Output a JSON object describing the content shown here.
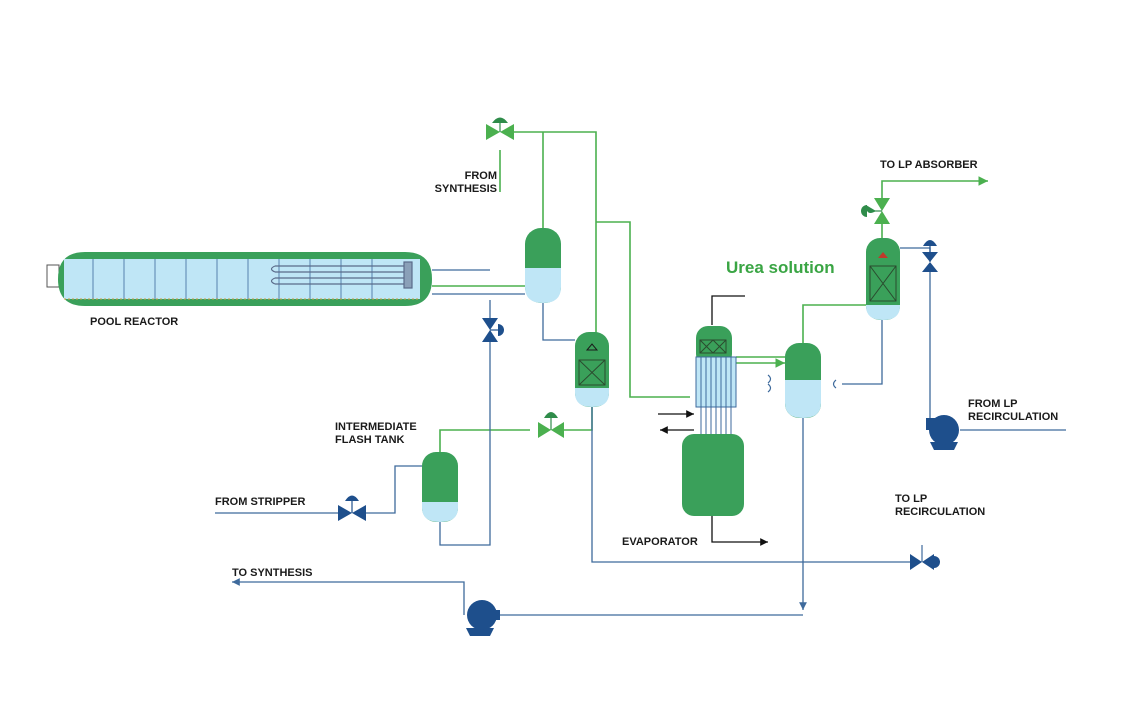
{
  "diagram": {
    "title_label": "Urea solution",
    "labels": {
      "pool_reactor": "POOL REACTOR",
      "from_synthesis": [
        "FROM",
        "SYNTHESIS"
      ],
      "to_lp_absorber": "TO LP ABSORBER",
      "intermediate_flash_tank": [
        "INTERMEDIATE",
        "FLASH TANK"
      ],
      "from_stripper": "FROM STRIPPER",
      "evaporator": "EVAPORATOR",
      "from_lp_recirculation": [
        "FROM LP",
        "RECIRCULATION"
      ],
      "to_lp_recirculation": [
        "TO LP",
        "RECIRCULATION"
      ],
      "to_synthesis": "TO SYNTHESIS"
    },
    "colors": {
      "vessel_green": "#3aa05a",
      "vessel_dark_green": "#2f8c4a",
      "liquid_blue": "#bfe6f6",
      "process_green": "#4bb04f",
      "process_blue": "#3e6a9c",
      "equipment_navy": "#1e4f8c",
      "accent_green_text": "#3aa544"
    }
  }
}
